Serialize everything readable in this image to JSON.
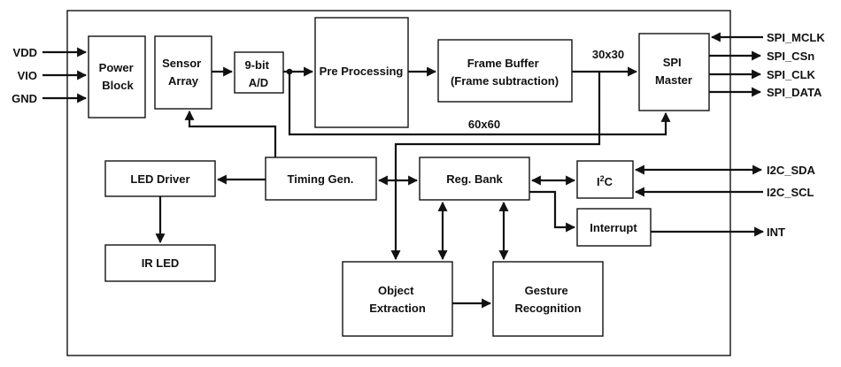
{
  "blocks": {
    "power_block": [
      "Power",
      "Block"
    ],
    "sensor_array": [
      "Sensor",
      "Array"
    ],
    "adc": [
      "9-bit",
      "A/D"
    ],
    "pre_processing": "Pre Processing",
    "frame_buffer": [
      "Frame Buffer",
      "(Frame subtraction)"
    ],
    "spi_master": [
      "SPI",
      "Master"
    ],
    "led_driver": "LED Driver",
    "ir_led": "IR LED",
    "timing_gen": "Timing Gen.",
    "reg_bank": "Reg. Bank",
    "i2c": {
      "main": "I",
      "sup": "2",
      "tail": "C"
    },
    "interrupt": "Interrupt",
    "object_extraction": [
      "Object",
      "Extraction"
    ],
    "gesture_recognition": [
      "Gesture",
      "Recognition"
    ]
  },
  "signals": {
    "left": [
      "VDD",
      "VIO",
      "GND"
    ],
    "spi": [
      "SPI_MCLK",
      "SPI_CSn",
      "SPI_CLK",
      "SPI_DATA"
    ],
    "i2c": [
      "I2C_SDA",
      "I2C_SCL"
    ],
    "int": "INT"
  },
  "bus_labels": {
    "res_30": "30x30",
    "res_60": "60x60"
  }
}
